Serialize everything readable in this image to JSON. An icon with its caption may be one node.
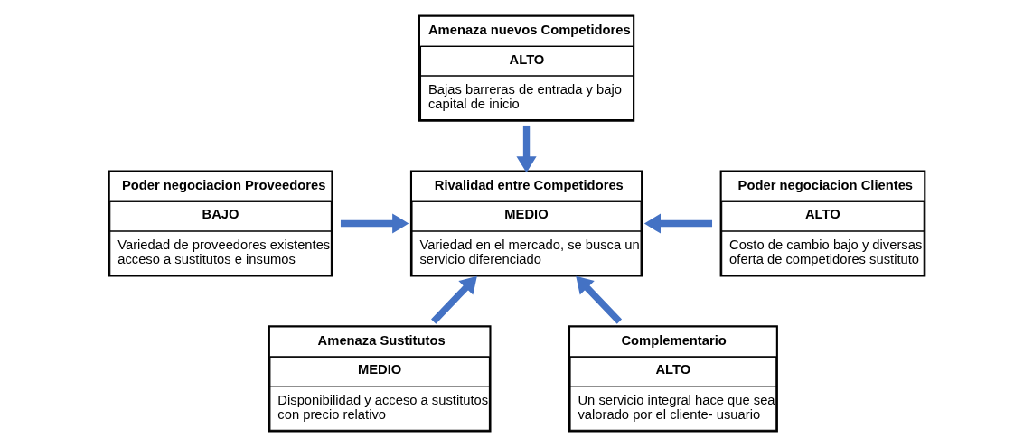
{
  "diagram": {
    "nodes": [
      {
        "text": [
          "Amenaza nuevos Competidores",
          "ALTO",
          "Bajas barreras de entrada y bajo capital de inicio"
        ]
      },
      {
        "text": [
          "Poder negociacion Proveedores",
          "BAJO",
          "Variedad de proveedores existentes acceso a sustitutos e insumos"
        ]
      },
      {
        "text": [
          "Rivalidad entre Competidores",
          "MEDIO",
          "Variedad en el mercado, se busca un servicio diferenciado"
        ]
      },
      {
        "text": [
          "Poder negociacion Clientes",
          "ALTO",
          "Costo de cambio bajo y diversas oferta de competidores sustituto"
        ]
      },
      {
        "text": [
          "Amenaza Sustitutos",
          "MEDIO",
          "Disponibilidad y acceso a sustitutos con precio relativo"
        ]
      },
      {
        "text": [
          "Complementario",
          "ALTO",
          "Un servicio integral hace que sea valorado por el cliente- usuario"
        ]
      }
    ],
    "edges": [
      {
        "from": 0,
        "to": 2,
        "arrow": "to"
      },
      {
        "from": 1,
        "to": 2,
        "arrow": "to"
      },
      {
        "from": 3,
        "to": 2,
        "arrow": "to"
      },
      {
        "from": 4,
        "to": 2,
        "arrow": "to"
      },
      {
        "from": 5,
        "to": 2,
        "arrow": "to"
      }
    ]
  }
}
